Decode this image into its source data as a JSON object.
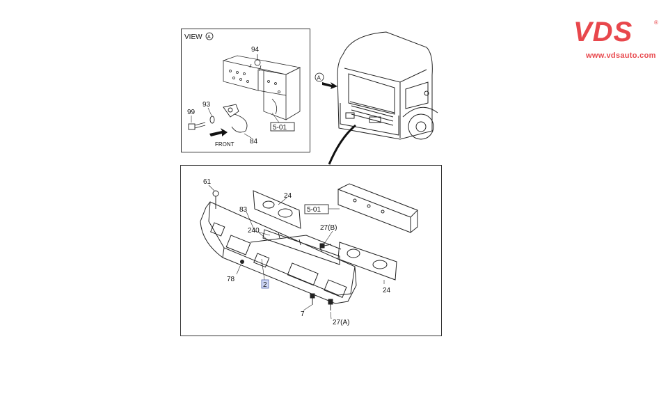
{
  "brand": {
    "logo_text": "VDS",
    "registered": "®",
    "url": "www.vdsauto.com",
    "color": "#e8474c"
  },
  "view_panel": {
    "title": "VIEW",
    "title_marker": "A",
    "labels": {
      "part_94": "94",
      "part_93": "93",
      "part_99": "99",
      "part_84": "84",
      "ref_box": "5-01",
      "front": "FRONT"
    }
  },
  "truck": {
    "view_marker": "A"
  },
  "main_panel": {
    "labels": {
      "part_61": "61",
      "part_24_top": "24",
      "ref_box": "5-01",
      "part_83": "83",
      "part_240": "240",
      "part_27b": "27(B)",
      "part_78": "78",
      "part_2": "2",
      "part_24_right": "24",
      "part_7": "7",
      "part_27a": "27(A)"
    }
  }
}
